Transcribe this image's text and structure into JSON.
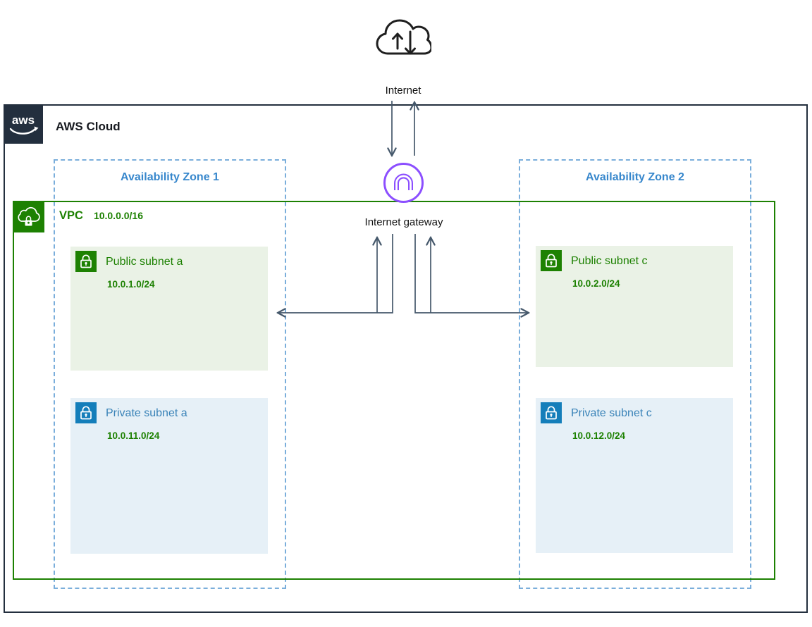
{
  "title": "AWS VPC architecture diagram",
  "internet": {
    "label": "Internet",
    "icon": "internet-cloud-icon"
  },
  "aws_cloud": {
    "label": "AWS Cloud",
    "logo_text": "aws",
    "icon": "aws-logo-icon"
  },
  "internet_gateway": {
    "label": "Internet gateway",
    "icon": "internet-gateway-icon"
  },
  "vpc": {
    "label": "VPC",
    "cidr": "10.0.0.0/16",
    "icon": "vpc-icon"
  },
  "availability_zones": [
    {
      "label": "Availability Zone 1",
      "subnets": [
        {
          "type": "public",
          "label": "Public subnet a",
          "cidr": "10.0.1.0/24",
          "icon": "public-subnet-lock-icon"
        },
        {
          "type": "private",
          "label": "Private subnet a",
          "cidr": "10.0.11.0/24",
          "icon": "private-subnet-lock-icon"
        }
      ]
    },
    {
      "label": "Availability Zone 2",
      "subnets": [
        {
          "type": "public",
          "label": "Public subnet c",
          "cidr": "10.0.2.0/24",
          "icon": "public-subnet-lock-icon"
        },
        {
          "type": "private",
          "label": "Private subnet c",
          "cidr": "10.0.12.0/24",
          "icon": "private-subnet-lock-icon"
        }
      ]
    }
  ],
  "connections": [
    {
      "from": "Internet",
      "to": "Internet gateway",
      "bidirectional": true
    },
    {
      "from": "Internet gateway",
      "to": "Public subnet a",
      "bidirectional": true
    },
    {
      "from": "Internet gateway",
      "to": "Public subnet c",
      "bidirectional": true
    }
  ],
  "colors": {
    "aws_dark": "#232F3E",
    "green": "#1D8102",
    "public_subnet_fill": "#EAF2E6",
    "private_blue": "#147EBA",
    "private_subnet_fill": "#E6F0F7",
    "az_blue_text": "#3787CC",
    "az_blue_border": "#7AAEDB",
    "gateway_purple": "#8C4FFF",
    "arrow": "#45586B"
  }
}
